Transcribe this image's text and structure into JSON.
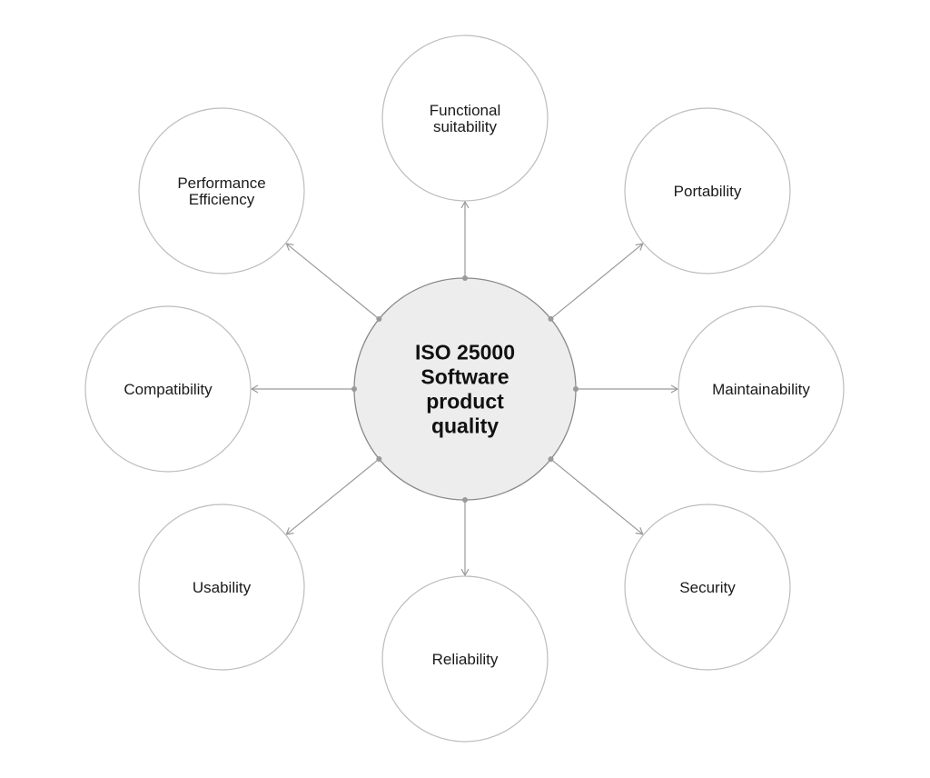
{
  "center": {
    "label_lines": [
      "ISO 25000",
      "Software",
      "product",
      "quality"
    ],
    "fill_color": "#ededed",
    "stroke_color": "#8a8a8a"
  },
  "nodes": [
    {
      "id": "functional-suitability",
      "label_lines": [
        "Functional",
        "suitability"
      ]
    },
    {
      "id": "portability",
      "label_lines": [
        "Portability"
      ]
    },
    {
      "id": "maintainability",
      "label_lines": [
        "Maintainability"
      ]
    },
    {
      "id": "security",
      "label_lines": [
        "Security"
      ]
    },
    {
      "id": "reliability",
      "label_lines": [
        "Reliability"
      ]
    },
    {
      "id": "usability",
      "label_lines": [
        "Usability"
      ]
    },
    {
      "id": "compatibility",
      "label_lines": [
        "Compatibility"
      ]
    },
    {
      "id": "performance-efficiency",
      "label_lines": [
        "Performance",
        "Efficiency"
      ]
    }
  ],
  "style": {
    "node_stroke_color": "#bdbdbd",
    "connector_color": "#9a9a9a"
  }
}
